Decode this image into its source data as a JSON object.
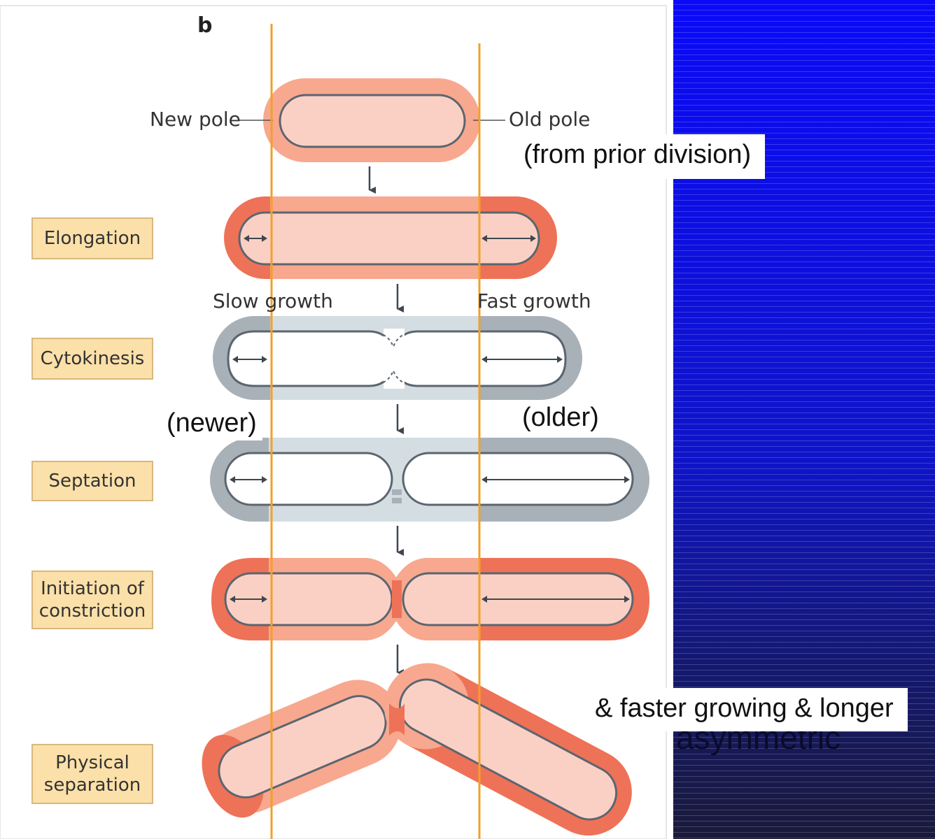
{
  "panel_letter": "b",
  "pole_labels": {
    "new_pole": "New pole",
    "old_pole": "Old pole"
  },
  "growth_labels": {
    "slow": "Slow growth",
    "fast": "Fast growth"
  },
  "stages": [
    {
      "id": "elongation",
      "label": "Elongation"
    },
    {
      "id": "cytokinesis",
      "label": "Cytokinesis"
    },
    {
      "id": "septation",
      "label": "Septation"
    },
    {
      "id": "initiation",
      "label": "Initiation of constriction"
    },
    {
      "id": "separation",
      "label": "Physical separation"
    }
  ],
  "annotations": {
    "from_prior": "(from prior division)",
    "newer": "(newer)",
    "older": "(older)",
    "faster": "& faster growing & longer",
    "background_text": "asymmetric"
  },
  "colors": {
    "cell_light": "#f7a88f",
    "cell_dark": "#ee7257",
    "cell_inner": "#fbd0c4",
    "cell_outline": "#5b6570",
    "grey_wall": "#a9b1b8",
    "grey_light": "#d4dde1",
    "guide_line": "#f2a02a",
    "label_fill": "#fbe0a9",
    "slide_blue": "#1010f0"
  }
}
